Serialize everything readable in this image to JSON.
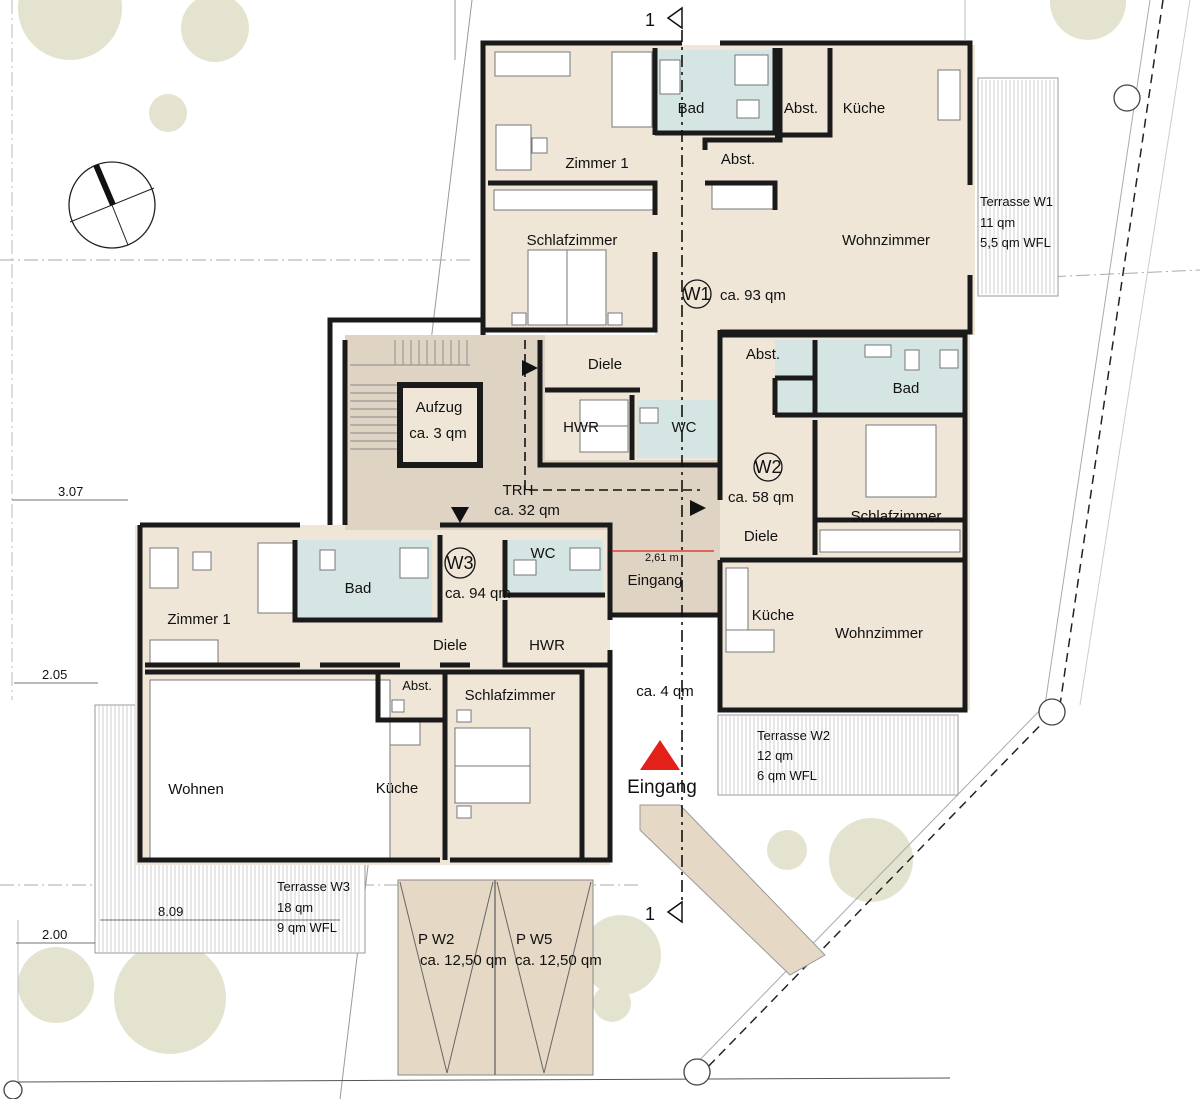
{
  "colors": {
    "room_fill": "#efe6d8",
    "wet_fill": "#d4e5e3",
    "core_fill": "#dfd3c3",
    "parking_fill": "#e5d8c4",
    "tree_fill": "#e3e3cf",
    "wall": "#1a1a1a",
    "entrance_marker": "#e4201b",
    "measure_line": "#e4201b"
  },
  "icons": {
    "north_arrow": "north-arrow-icon",
    "entrance": "entrance-triangle-icon",
    "section_marker": "section-triangle-icon"
  },
  "section": {
    "top": "1",
    "bottom": "1"
  },
  "units": {
    "w1": {
      "label": "W1",
      "area": "ca. 93 qm",
      "rooms": {
        "zimmer1": "Zimmer 1",
        "bad": "Bad",
        "abst1": "Abst.",
        "kueche": "Küche",
        "abst2": "Abst.",
        "schlafzimmer": "Schlafzimmer",
        "wohnzimmer": "Wohnzimmer",
        "diele": "Diele",
        "hwr": "HWR",
        "wc": "WC"
      }
    },
    "w2": {
      "label": "W2",
      "area": "ca.  58 qm",
      "rooms": {
        "abst": "Abst.",
        "bad": "Bad",
        "schlafzimmer": "Schlafzimmer",
        "diele": "Diele",
        "kueche": "Küche",
        "wohnzimmer": "Wohnzimmer"
      }
    },
    "w3": {
      "label": "W3",
      "area": "ca. 94 qm",
      "rooms": {
        "zimmer1": "Zimmer 1",
        "bad": "Bad",
        "wc": "WC",
        "diele": "Diele",
        "hwr": "HWR",
        "abst": "Abst.",
        "schlafzimmer": "Schlafzimmer",
        "wohnen": "Wohnen",
        "kueche": "Küche"
      }
    }
  },
  "common": {
    "aufzug": "Aufzug",
    "aufzug_area": "ca. 3 qm",
    "trh": "TRH",
    "trh_area": "ca. 32 qm",
    "eingang_room": "Eingang",
    "width_measure": "2,61 m",
    "vestibule_area": "ca. 4 qm",
    "main_entrance": "Eingang"
  },
  "terraces": {
    "w1": {
      "name": "Terrasse W1",
      "area": "11 qm",
      "wfl": "5,5 qm WFL"
    },
    "w2": {
      "name": "Terrasse W2",
      "area": "12 qm",
      "wfl": "6 qm WFL"
    },
    "w3": {
      "name": "Terrasse W3",
      "area": "18 qm",
      "wfl": "9 qm WFL"
    }
  },
  "parking": {
    "pw2": {
      "name": "P W2",
      "area": "ca. 12,50 qm"
    },
    "pw5": {
      "name": "P W5",
      "area": "ca. 12,50 qm"
    }
  },
  "dimensions": {
    "d1": "3.07",
    "d2": "2.05",
    "d3": "8.09",
    "d4": "2.00"
  }
}
